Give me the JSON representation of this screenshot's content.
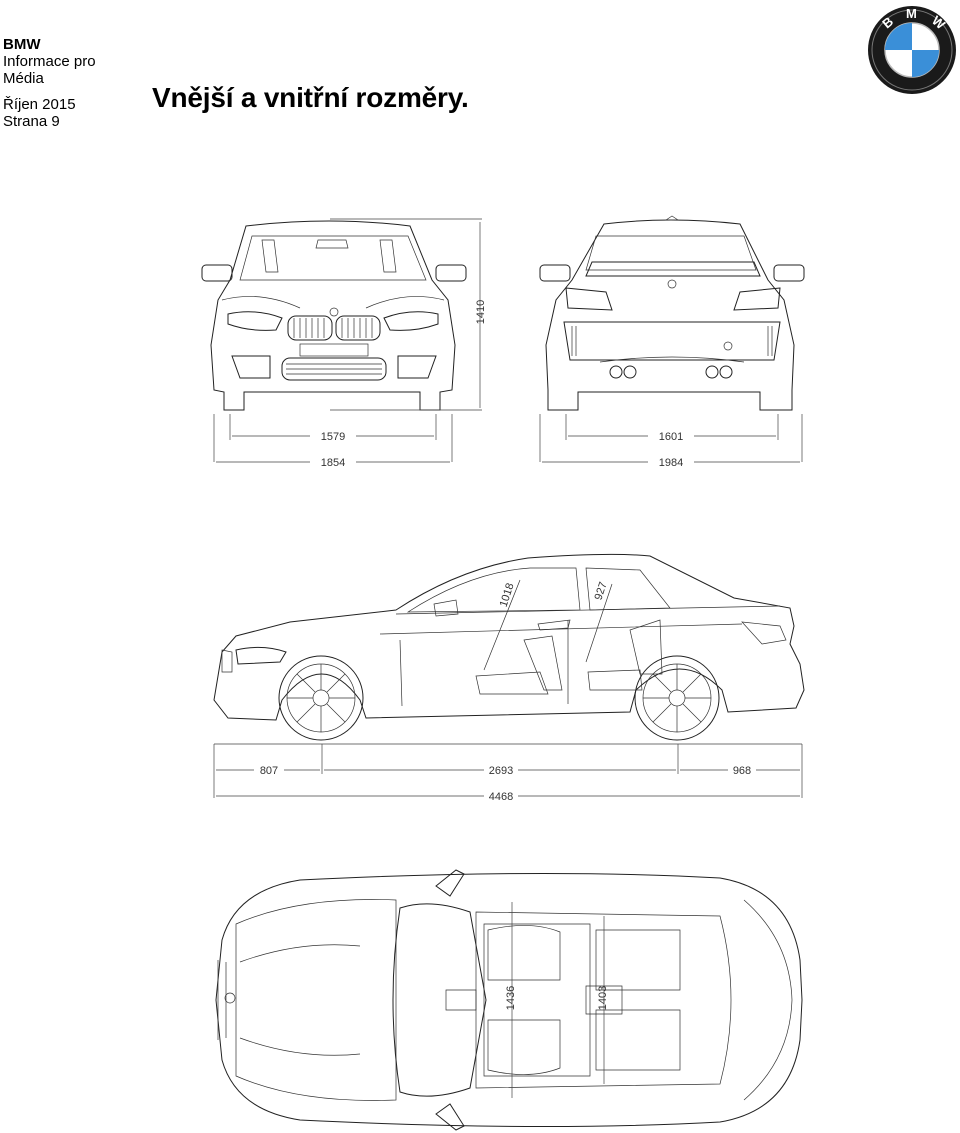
{
  "sidebar": {
    "brand": "BMW",
    "line1": "Informace pro",
    "line2": "Média",
    "date": "Říjen 2015",
    "page": "Strana 9"
  },
  "title": "Vnější a vnitřní rozměry.",
  "logo": {
    "letters": [
      "B",
      "M",
      "W"
    ],
    "icon": "bmw-roundel-icon"
  },
  "dimensions": {
    "height": "1410",
    "front_track": "1579",
    "front_width": "1854",
    "rear_track": "1601",
    "rear_width_mirrors": "1984",
    "front_overhang": "807",
    "wheelbase": "2693",
    "rear_overhang": "968",
    "length": "4468",
    "front_headroom": "1018",
    "rear_headroom": "927",
    "front_shoulder": "1436",
    "rear_shoulder": "1403"
  },
  "colors": {
    "line": "#222222",
    "text": "#000000",
    "logo_blue": "#3a8fd8"
  }
}
